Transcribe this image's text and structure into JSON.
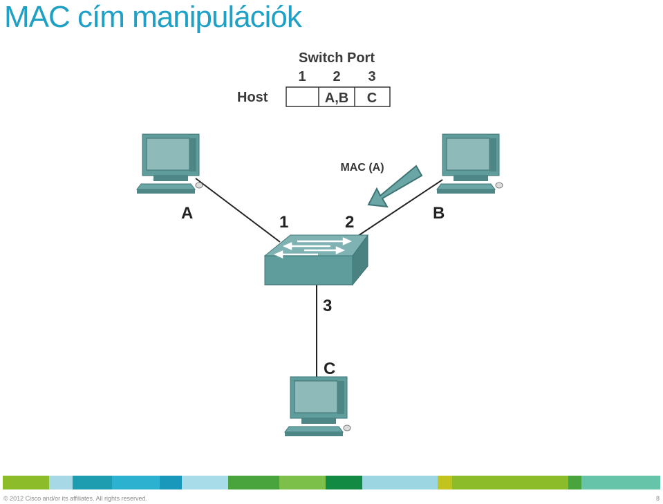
{
  "slide": {
    "title": "MAC cím manipulációk",
    "copyright": "© 2012 Cisco and/or its affiliates. All rights reserved.",
    "page_number": "8"
  },
  "table": {
    "header": "Switch Port",
    "ports": [
      "1",
      "2",
      "3"
    ],
    "row_label": "Host",
    "cells": [
      "",
      "A,B",
      "C"
    ]
  },
  "diagram": {
    "hosts": {
      "a": "A",
      "b": "B",
      "c": "C"
    },
    "ports": {
      "p1": "1",
      "p2": "2",
      "p3": "3"
    },
    "arrow_label": "MAC (A)"
  },
  "colors": {
    "title": "#1fa0c4",
    "device": "#5f9c9c",
    "footer_segments": [
      "#8cbc2a",
      "#a6d8e6",
      "#1e9cb0",
      "#2cb2d0",
      "#1a98bc",
      "#a8dce8",
      "#4aa43e",
      "#7cc04a",
      "#138a44",
      "#9cd6e2",
      "#c0c41c",
      "#8cbc2a",
      "#4aa43e",
      "#66c4a8"
    ]
  }
}
